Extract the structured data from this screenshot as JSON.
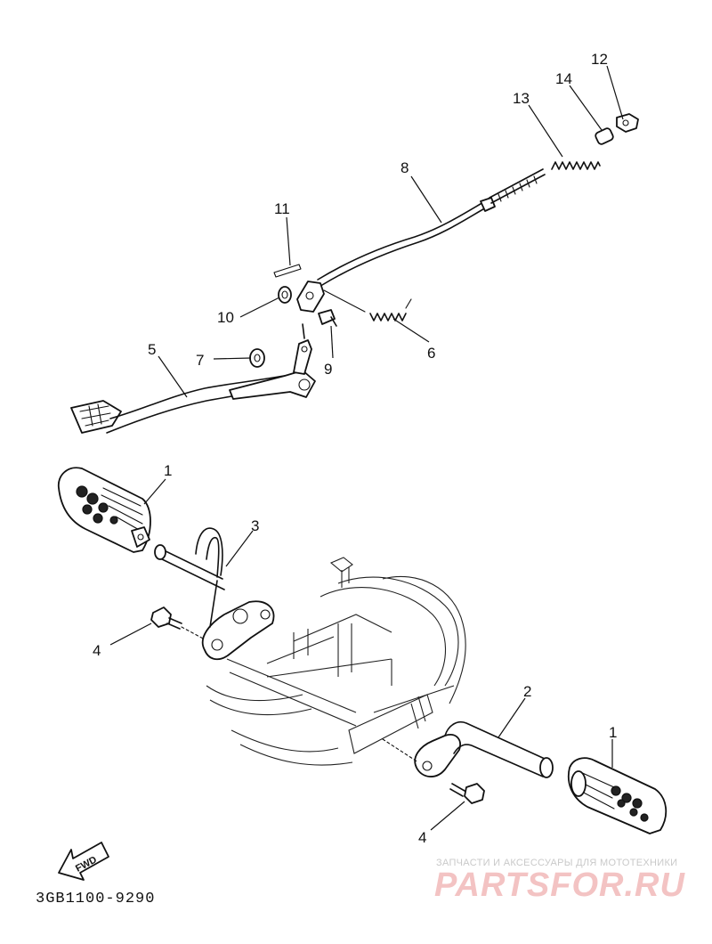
{
  "diagram": {
    "code": "3GB1100-9290",
    "fwd_label": "FWD"
  },
  "callouts": [
    {
      "id": "c1a",
      "label": "1"
    },
    {
      "id": "c1b",
      "label": "1"
    },
    {
      "id": "c2",
      "label": "2"
    },
    {
      "id": "c3",
      "label": "3"
    },
    {
      "id": "c4a",
      "label": "4"
    },
    {
      "id": "c4b",
      "label": "4"
    },
    {
      "id": "c5",
      "label": "5"
    },
    {
      "id": "c6",
      "label": "6"
    },
    {
      "id": "c7",
      "label": "7"
    },
    {
      "id": "c8",
      "label": "8"
    },
    {
      "id": "c9",
      "label": "9"
    },
    {
      "id": "c10",
      "label": "10"
    },
    {
      "id": "c11",
      "label": "11"
    },
    {
      "id": "c12",
      "label": "12"
    },
    {
      "id": "c13",
      "label": "13"
    },
    {
      "id": "c14",
      "label": "14"
    }
  ],
  "watermark": {
    "subtitle": "ЗАПЧАСТИ И АКСЕССУАРЫ ДЛЯ МОТОТЕХНИКИ",
    "brand": "PARTSFOR.RU"
  }
}
